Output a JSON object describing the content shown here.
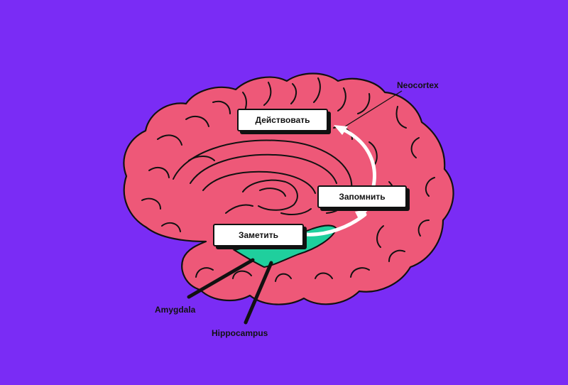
{
  "colors": {
    "background": "#7a2cf5",
    "brain": "#ee5878",
    "limbic": "#1fcf9d",
    "outline": "#111111",
    "arrow": "#ffffff"
  },
  "steps": {
    "notice": "Заметить",
    "remember": "Запомнить",
    "act": "Действовать"
  },
  "labels": {
    "neocortex": "Neocortex",
    "amygdala": "Amygdala",
    "hippocampus": "Hippocampus"
  }
}
